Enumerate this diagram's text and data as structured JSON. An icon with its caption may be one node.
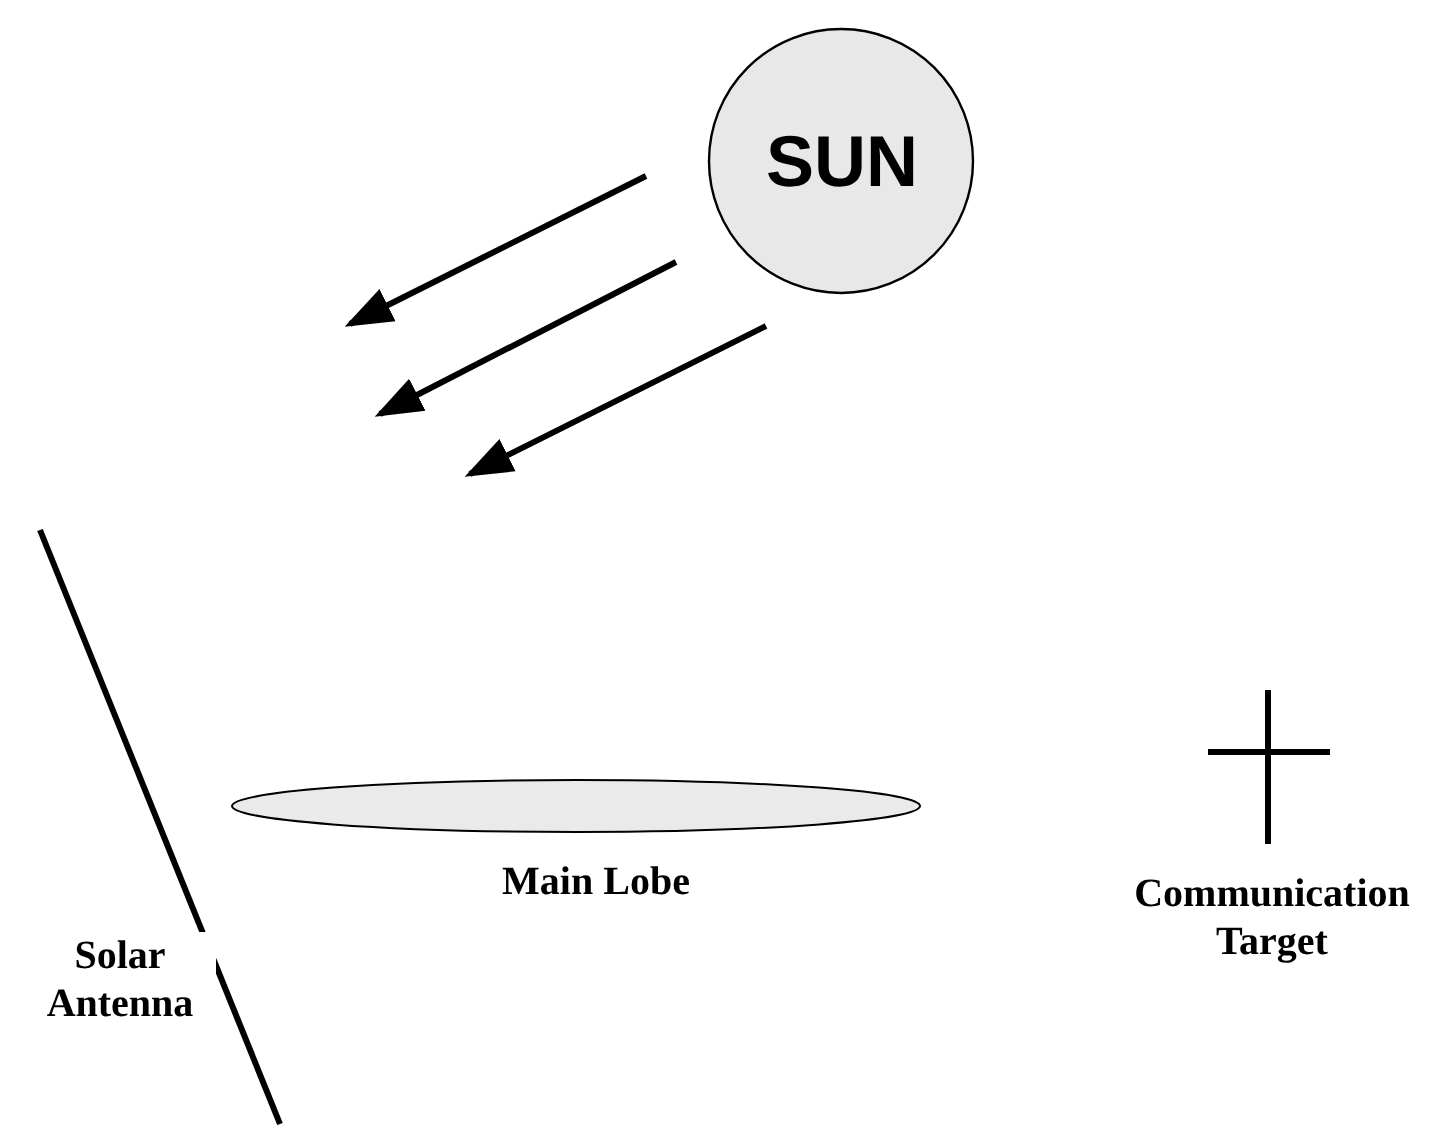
{
  "diagram": {
    "nodes": [
      {
        "text": [
          "SUN"
        ]
      },
      {
        "text": [
          "Solar Antenna"
        ]
      },
      {
        "text": [
          "Main Lobe"
        ]
      },
      {
        "text": [
          "Communication Target"
        ]
      }
    ]
  }
}
